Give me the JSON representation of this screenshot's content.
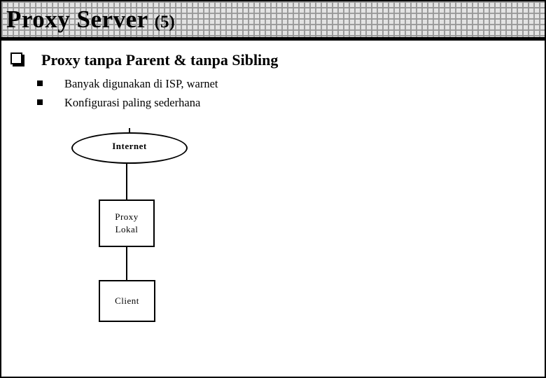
{
  "slide": {
    "title": "Proxy Server",
    "title_suffix": "(5)",
    "heading": "Proxy tanpa Parent & tanpa Sibling",
    "bullets": [
      "Banyak digunakan di ISP, warnet",
      "Konfigurasi paling sederhana"
    ]
  },
  "diagram": {
    "internet_label": "Internet",
    "proxy_label": "Proxy\nLokal",
    "client_label": "Client",
    "type": "topology",
    "connections": [
      "Internet-ProxyLokal",
      "ProxyLokal-Client"
    ]
  },
  "icons": {
    "main_bullet": "shadowed-square-bullet",
    "sub_bullet": "filled-square-bullet"
  },
  "colors": {
    "text": "#000000",
    "slide_border": "#000000",
    "titlebar_bg": "#e9e9e9",
    "titlebar_grid_dot": "#8f8f8f",
    "shape_fill": "#ffffff",
    "shape_stroke": "#000000"
  }
}
